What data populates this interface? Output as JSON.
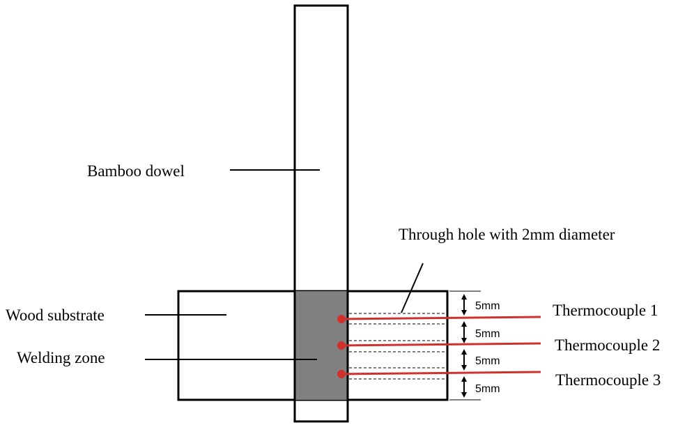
{
  "labels": {
    "bamboo_dowel": "Bamboo dowel",
    "wood_substrate": "Wood substrate",
    "welding_zone": "Welding zone",
    "through_hole": "Through hole with 2mm diameter",
    "thermocouple_1": "Thermocouple 1",
    "thermocouple_2": "Thermocouple 2",
    "thermocouple_3": "Thermocouple 3"
  },
  "dimensions": {
    "spacing_1": "5mm",
    "spacing_2": "5mm",
    "spacing_3": "5mm",
    "spacing_4": "5mm"
  },
  "colors": {
    "welding_zone_fill": "#808080",
    "thermocouple_wire": "#d0312d",
    "outline": "#000000"
  }
}
